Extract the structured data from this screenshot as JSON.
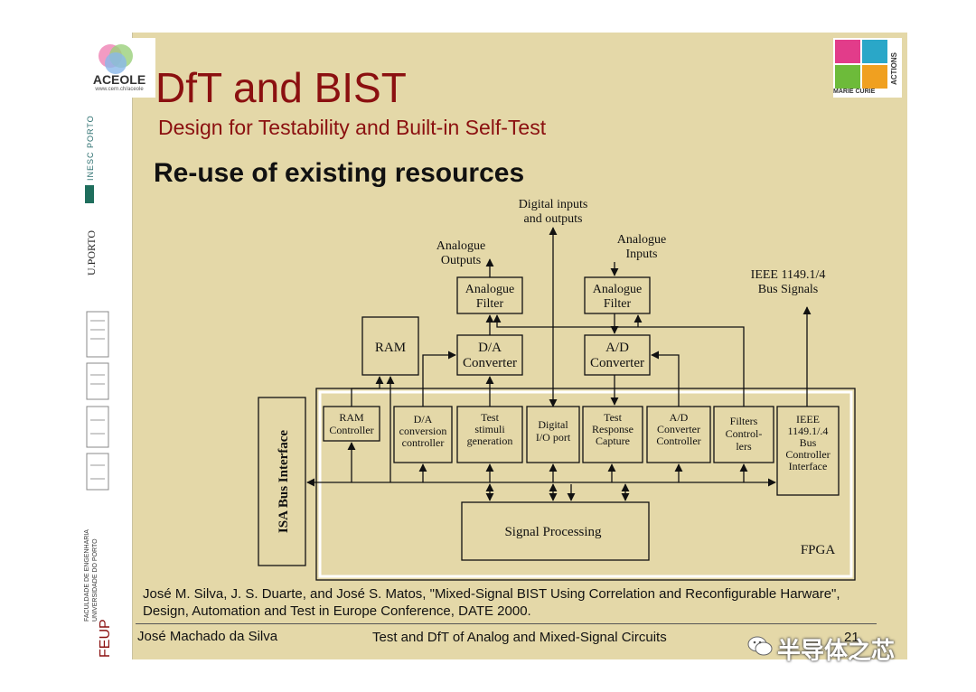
{
  "logos": {
    "aceole": "ACEOLE",
    "aceole_url": "www.cern.ch/aceole",
    "inesc": "INESC PORTO",
    "uporto": "U.PORTO",
    "feup": "FEUP",
    "feup_sub": "FACULDADE DE ENGENHARIA UNIVERSIDADE DO PORTO",
    "marie_curie": "MARIE CURIE",
    "actions": "ACTIONS"
  },
  "slide": {
    "title": "DfT and BIST",
    "subtitle": "Design for Testability and Built-in Self-Test",
    "heading": "Re-use of existing resources"
  },
  "diagram": {
    "digital_io_l1": "Digital inputs",
    "digital_io_l2": "and outputs",
    "analogue_outputs_l1": "Analogue",
    "analogue_outputs_l2": "Outputs",
    "analogue_inputs_l1": "Analogue",
    "analogue_inputs_l2": "Inputs",
    "ieee_signals_l1": "IEEE 1149.1/4",
    "ieee_signals_l2": "Bus Signals",
    "filter1_l1": "Analogue",
    "filter1_l2": "Filter",
    "filter2_l1": "Analogue",
    "filter2_l2": "Filter",
    "ram": "RAM",
    "da_l1": "D/A",
    "da_l2": "Converter",
    "ad_l1": "A/D",
    "ad_l2": "Converter",
    "isa": "ISA Bus Interface",
    "ram_ctrl_l1": "RAM",
    "ram_ctrl_l2": "Controller",
    "da_ctrl_l1": "D/A",
    "da_ctrl_l2": "conversion",
    "da_ctrl_l3": "controller",
    "stim_l1": "Test",
    "stim_l2": "stimuli",
    "stim_l3": "generation",
    "dio_l1": "Digital",
    "dio_l2": "I/O port",
    "resp_l1": "Test",
    "resp_l2": "Response",
    "resp_l3": "Capture",
    "ad_ctrl_l1": "A/D",
    "ad_ctrl_l2": "Converter",
    "ad_ctrl_l3": "Controller",
    "filt_ctrl_l1": "Filters",
    "filt_ctrl_l2": "Control-",
    "filt_ctrl_l3": "lers",
    "ieee_ctrl_l1": "IEEE",
    "ieee_ctrl_l2": "1149.1/.4",
    "ieee_ctrl_l3": "Bus",
    "ieee_ctrl_l4": "Controller",
    "ieee_ctrl_l5": "Interface",
    "signal_processing": "Signal Processing",
    "fpga": "FPGA"
  },
  "citation_l1": "José M. Silva, J. S. Duarte, and José S. Matos, \"Mixed-Signal BIST Using Correlation and Reconfigurable Harware\",",
  "citation_l2": "Design, Automation and Test in Europe Conference, DATE 2000.",
  "footer": {
    "author": "José Machado da Silva",
    "course": "Test and DfT of Analog and Mixed-Signal Circuits",
    "page": "21"
  },
  "watermark": "半导体之芯"
}
